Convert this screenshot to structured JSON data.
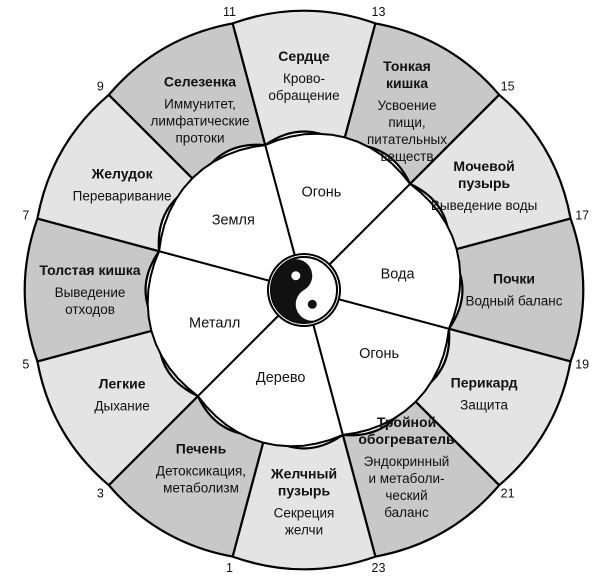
{
  "colors": {
    "dark": "#c8c8c8",
    "light": "#e4e4e4",
    "center": "#ffffff",
    "stroke": "#000000"
  },
  "segments": [
    {
      "id": "heart",
      "name": [
        "Сердце"
      ],
      "desc": [
        "Крово-",
        "обращение"
      ],
      "shade": "light"
    },
    {
      "id": "small-intestine",
      "name": [
        "Тонкая",
        "кишка"
      ],
      "desc": [
        "Усвоение",
        "пищи,",
        "питательных",
        "веществ"
      ],
      "shade": "dark"
    },
    {
      "id": "bladder",
      "name": [
        "Мочевой",
        "пузырь"
      ],
      "desc": [
        "Выведение воды"
      ],
      "shade": "light"
    },
    {
      "id": "kidneys",
      "name": [
        "Почки"
      ],
      "desc": [
        "Водный баланс"
      ],
      "shade": "dark"
    },
    {
      "id": "pericardium",
      "name": [
        "Перикард"
      ],
      "desc": [
        "Защита"
      ],
      "shade": "light"
    },
    {
      "id": "triple-warmer",
      "name": [
        "Тройной",
        "обогреватель"
      ],
      "desc": [
        "Эндокринный",
        "и метаболи-",
        "ческий",
        "баланс"
      ],
      "shade": "dark"
    },
    {
      "id": "gallbladder",
      "name": [
        "Желчный",
        "пузырь"
      ],
      "desc": [
        "Секреция",
        "желчи"
      ],
      "shade": "light"
    },
    {
      "id": "liver",
      "name": [
        "Печень"
      ],
      "desc": [
        "Детоксикация,",
        "метаболизм"
      ],
      "shade": "dark"
    },
    {
      "id": "lungs",
      "name": [
        "Легкие"
      ],
      "desc": [
        "Дыхание"
      ],
      "shade": "light"
    },
    {
      "id": "large-intestine",
      "name": [
        "Толстая кишка"
      ],
      "desc": [
        "Выведение",
        "отходов"
      ],
      "shade": "dark"
    },
    {
      "id": "stomach",
      "name": [
        "Желудок"
      ],
      "desc": [
        "Переваривание"
      ],
      "shade": "light"
    },
    {
      "id": "spleen",
      "name": [
        "Селезенка"
      ],
      "desc": [
        "Иммунитет,",
        "лимфатические",
        "протоки"
      ],
      "shade": "dark"
    }
  ],
  "hours": [
    "11",
    "13",
    "15",
    "17",
    "19",
    "21",
    "23",
    "1",
    "3",
    "5",
    "7",
    "9"
  ],
  "elements": [
    {
      "id": "fire-top",
      "label": "Огонь"
    },
    {
      "id": "water",
      "label": "Вода"
    },
    {
      "id": "fire-bottom",
      "label": "Огонь"
    },
    {
      "id": "wood",
      "label": "Дерево"
    },
    {
      "id": "metal",
      "label": "Металл"
    },
    {
      "id": "earth",
      "label": "Земля"
    }
  ]
}
